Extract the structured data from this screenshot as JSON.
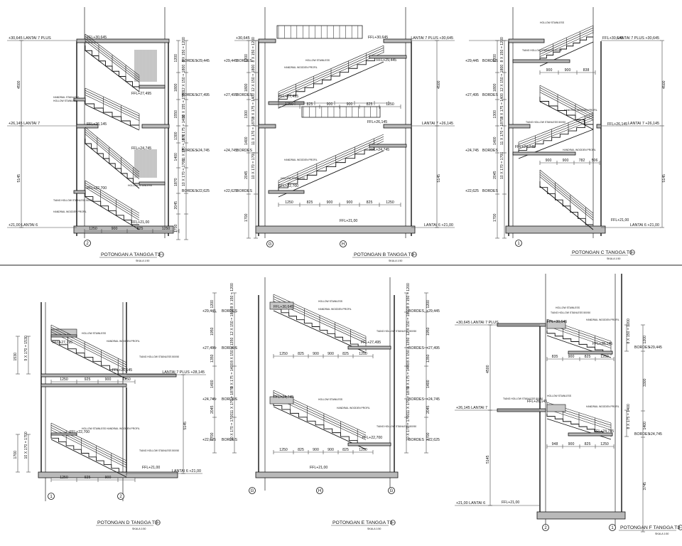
{
  "sheet": {
    "sections": [
      {
        "id": "A",
        "title": "POTONGAN A TANGGA T3",
        "scale": "SKALA 1:50",
        "levels": [
          {
            "name": "LANTAI 7 PLUS",
            "elev": "+30,645"
          },
          {
            "name": "LANTAI 7",
            "elev": "+26,145"
          },
          {
            "name": "LANTAI 6",
            "elev": "+21,00"
          }
        ],
        "bordes": [
          {
            "label": "BORDES",
            "elev": "+29,445"
          },
          {
            "label": "BORDES",
            "elev": "+27,495"
          },
          {
            "label": "BORDES",
            "elev": "+24,745"
          },
          {
            "label": "BORDES",
            "elev": "+22,625"
          }
        ],
        "ffl": [
          "FFL+30,645",
          "FFL+27,495",
          "FFL+26,145",
          "FFL+24,745",
          "FFL+22,700",
          "FFL+21,00"
        ],
        "vdims": [
          "1200",
          "1800",
          "1550",
          "1300",
          "1400",
          "1870",
          "2045",
          "1700"
        ],
        "vdims_left": [
          "4500",
          "5145"
        ],
        "step_notes": [
          "8 X 150 = 1200",
          "12 X 150 = 1800",
          "10 X 155 = 1550",
          "8 X 175 = 1400",
          "11 X 170 = 1870",
          "10 X 170 = 1700"
        ],
        "hdims": [
          "1250",
          "900",
          "825",
          "1250"
        ],
        "notes": [
          "HANDRAIL STAINLESS",
          "HOLLOW STAINLESS",
          "TIANG HOLLOW STAINLESS 50X50",
          "HANDRAIL WOODEN PROFIL"
        ],
        "grid": [
          "2"
        ]
      },
      {
        "id": "B",
        "title": "POTONGAN B TANGGA T3",
        "scale": "SKALA 1:50",
        "levels": [
          {
            "name": "LANTAI 7 PLUS",
            "elev": "+30,645"
          },
          {
            "name": "LANTAI 7",
            "elev": "+26,145"
          },
          {
            "name": "LANTAI 6",
            "elev": "+21,00"
          }
        ],
        "bordes": [
          {
            "label": "BORDES",
            "elev": "+29,445"
          },
          {
            "label": "BORDES",
            "elev": "+27,495"
          },
          {
            "label": "BORDES",
            "elev": "+24,745"
          },
          {
            "label": "BORDES",
            "elev": "+22,625"
          }
        ],
        "ffl": [
          "FFL+30,645",
          "FFL+29,445",
          "FFL+27,495",
          "FFL+26,145",
          "FFL+24,745",
          "FFL+22,700",
          "FFL+21,00"
        ],
        "vdims": [
          "1200",
          "1800",
          "1300",
          "1400",
          "2045",
          "1700"
        ],
        "step_notes": [
          "8 X 150 = 1200",
          "12 X 150 = 1800",
          "8 X 175 = 1400",
          "11 X 170 = 1870",
          "10 X 170 = 1700"
        ],
        "hdims": [
          "1250",
          "825",
          "900",
          "900",
          "825",
          "1250"
        ],
        "notes": [
          "HOLLOW STAINLESS",
          "HANDRAIL WOODEN PROFIL"
        ],
        "grid": [
          "G",
          "H"
        ]
      },
      {
        "id": "C",
        "title": "POTONGAN C TANGGA T3",
        "scale": "SKALA 1:50",
        "levels": [
          {
            "name": "LANTAI 7 PLUS",
            "elev": "+30,645"
          },
          {
            "name": "LANTAI 7",
            "elev": "+26,145"
          },
          {
            "name": "LANTAI 6",
            "elev": "+21,00"
          }
        ],
        "bordes": [
          {
            "label": "BORDES",
            "elev": "+29,445"
          },
          {
            "label": "BORDES",
            "elev": "+27,495"
          },
          {
            "label": "BORDES",
            "elev": "+24,745"
          },
          {
            "label": "BORDES",
            "elev": "+22,625"
          }
        ],
        "ffl": [
          "FFL+30,645",
          "FFL+26,145",
          "FFL+24,745",
          "FFL+21,00"
        ],
        "vdims": [
          "1200",
          "1800",
          "1300",
          "1400",
          "2045",
          "1700"
        ],
        "step_notes": [
          "8 X 150 = 1200",
          "12 X 150 = 1800",
          "8 X 175 = 1400",
          "11 X 170 = 1870",
          "10 X 170 = 1700"
        ],
        "hdims": [
          "900",
          "838",
          "900",
          "782",
          "506"
        ],
        "notes": [
          "HOLLOW STAINLESS",
          "TIANG HOLLOW STAINLESS 50X50",
          "HANDRAIL WOODEN PROFIL"
        ],
        "grid": [
          "1"
        ]
      },
      {
        "id": "D",
        "title": "POTONGAN D TANGGA T3",
        "scale": "SKALA 1:50",
        "levels": [
          {
            "name": "LANTAI 7 PLUS",
            "elev": "+28,145"
          },
          {
            "name": "LANTAI 6",
            "elev": "+21,00"
          }
        ],
        "ffl": [
          "FFL+27,195",
          "FFL+26,145",
          "FFL+22,700",
          "FFL+21,00"
        ],
        "vdims": [
          "1530",
          "1700"
        ],
        "vdims_right": [
          "5145"
        ],
        "step_notes": [
          "9 X 170 = 1530",
          "10 X 170 = 1700"
        ],
        "hdims": [
          "1250",
          "925",
          "900",
          "1250",
          "925",
          "900"
        ],
        "notes": [
          "HOLLOW STAINLESS",
          "HANDRAIL WOODEN PROFIL",
          "TIANG HOLLOW STAINLESS 50X50"
        ],
        "grid": [
          "1",
          "2"
        ]
      },
      {
        "id": "E",
        "title": "POTONGAN E TANGGA T3",
        "scale": "SKALA 1:50",
        "bordes": [
          {
            "label": "BORDES",
            "elev": "+29,445"
          },
          {
            "label": "BORDES",
            "elev": "+27,495"
          },
          {
            "label": "BORDES",
            "elev": "+24,745"
          },
          {
            "label": "BORDES",
            "elev": "+22,625"
          }
        ],
        "ffl": [
          "FFL+30,645",
          "FFL+27,495",
          "FFL+24,745",
          "FFL+22,700",
          "FFL+21,00"
        ],
        "vdims": [
          "1200",
          "1950",
          "1350",
          "1400",
          "2045",
          "1700"
        ],
        "step_notes": [
          "8 X 150 = 1200",
          "12 X 150 = 1800",
          "8 X 150 = 1350",
          "8 X 175 = 1400",
          "11 X 170 = 1870",
          "10 X 170 = 1700"
        ],
        "hdims": [
          "1250",
          "825",
          "900",
          "900",
          "825",
          "1250"
        ],
        "notes": [
          "HOLLOW STAINLESS",
          "HANDRAIL WOODEN PROFIL",
          "TIANG HOLLOW STAINLESS 50X50"
        ],
        "grid": [
          "G",
          "H"
        ]
      },
      {
        "id": "F",
        "title": "POTONGAN F TANGGA T3",
        "scale": "SKALA 1:50",
        "levels": [
          {
            "name": "LANTAI 7 PLUS",
            "elev": "+30,645"
          },
          {
            "name": "LANTAI 7",
            "elev": "+26,145"
          },
          {
            "name": "LANTAI 6",
            "elev": "+21,00"
          }
        ],
        "bordes": [
          {
            "label": "BORDES",
            "elev": "+29,445"
          },
          {
            "label": "BORDES",
            "elev": "+24,745"
          }
        ],
        "ffl": [
          "FFL+30,645",
          "FFL+28,145",
          "FFL+26,145",
          "FFL+24,745",
          "FFL+21,00"
        ],
        "vdims": [
          "1200",
          "3300",
          "1400",
          "3745"
        ],
        "vdims_left": [
          "4500",
          "5145"
        ],
        "step_notes": [
          "8 X 150 = 1200",
          "8 X 175 = 1400"
        ],
        "hdims": [
          "835",
          "900",
          "825",
          "1250",
          "948",
          "900",
          "825",
          "1250"
        ],
        "notes": [
          "HOLLOW STAINLESS",
          "TIANG HOLLOW STAINLESS 50X50",
          "HANDRAIL WOODEN PROFIL"
        ],
        "grid": [
          "2",
          "1"
        ]
      }
    ]
  }
}
